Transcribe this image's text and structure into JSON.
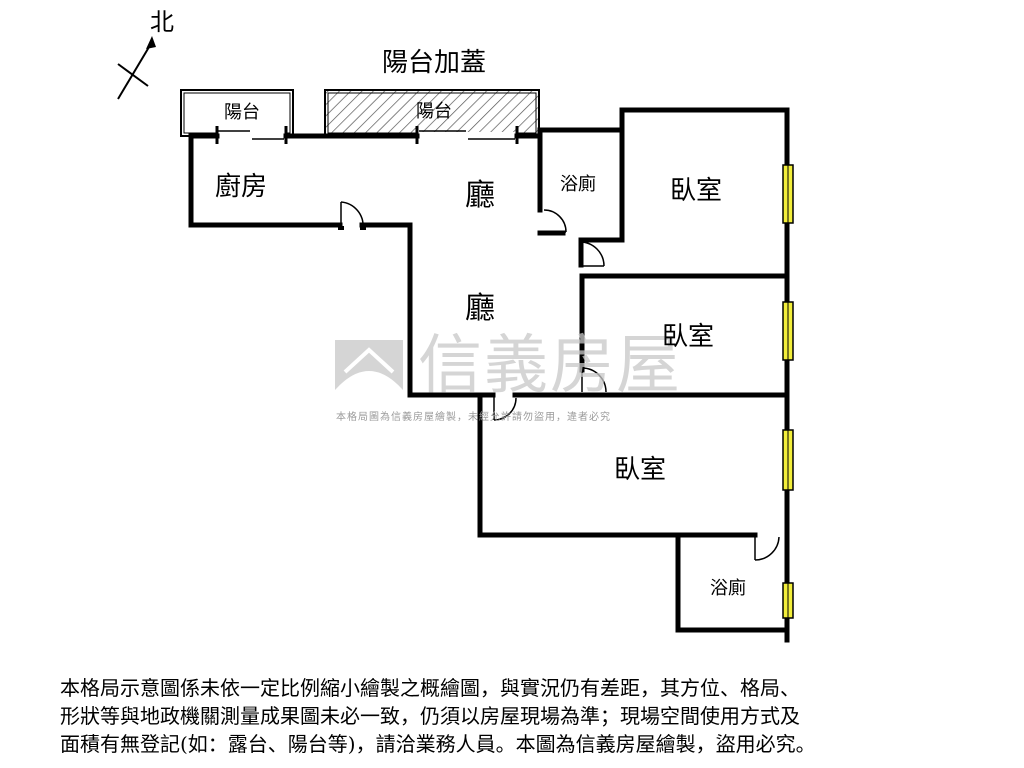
{
  "compass": {
    "label": "北"
  },
  "annotation": {
    "balcony_extension": "陽台加蓋"
  },
  "rooms": {
    "balcony_left": "陽台",
    "balcony_right": "陽台",
    "kitchen": "廚房",
    "living_upper": "廳",
    "living_lower": "廳",
    "bath_upper": "浴廁",
    "bedroom_1": "臥室",
    "bedroom_2": "臥室",
    "bedroom_3": "臥室",
    "bath_lower": "浴廁"
  },
  "watermark": {
    "brand": "信義房屋",
    "notice": "本格局圖為信義房屋繪製，未經允許請勿盜用，違者必究"
  },
  "disclaimer": {
    "lines": [
      "本格局示意圖係未依一定比例縮小繪製之概繪圖，與實況仍有差距，其方位、格局、",
      "形狀等與地政機關測量成果圖未必一致，仍須以房屋現場為準；現場空間使用方式及",
      "面積有無登記(如：露台、陽台等)，請洽業務人員。本圖為信義房屋繪製，盜用必究。"
    ]
  },
  "colors": {
    "wall": "#000000",
    "window_fill": "#f2ee3a",
    "hatch": "#555555",
    "watermark": "#c8c8c8"
  }
}
